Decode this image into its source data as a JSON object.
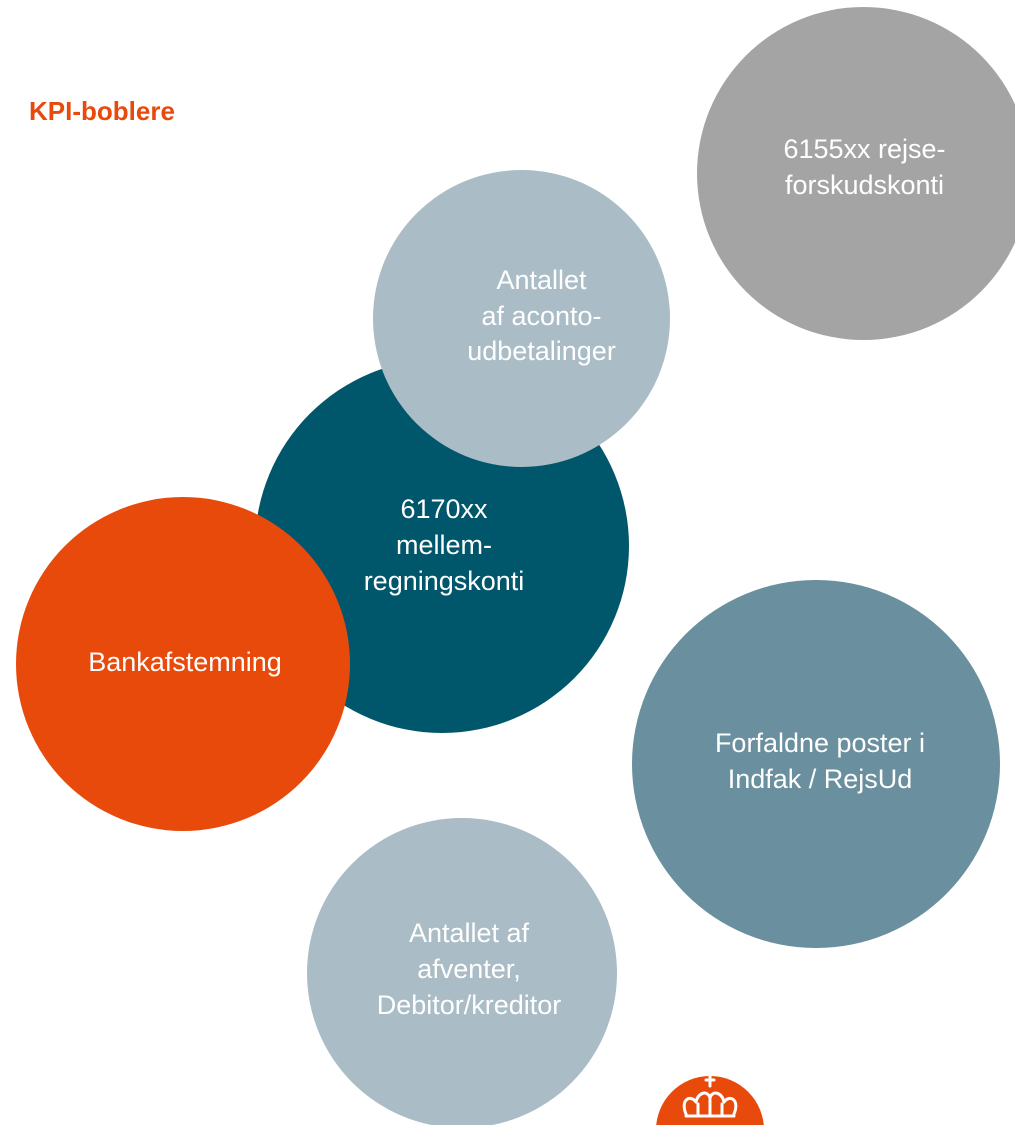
{
  "title": "KPI-boblere",
  "bubbles": {
    "b6155": "6155xx rejse-\nforskudskonti",
    "b6170": "6170xx\nmellem-\nregningskonti",
    "aconto": "Antallet\naf aconto-\nudbetalinger",
    "bank": "Bankafstemning",
    "forfald": "Forfaldne poster i\nIndfak / RejsUd",
    "afventer": "Antallet af\nafventer,\nDebitor/kreditor"
  },
  "colors": {
    "accent": "#e84a0c",
    "grey": "#a4a4a4",
    "petrol": "#00566a",
    "light_blue_grey": "#aabcc5",
    "mid_blue_grey": "#6a8f9e"
  },
  "logo_icon": "crown-icon"
}
